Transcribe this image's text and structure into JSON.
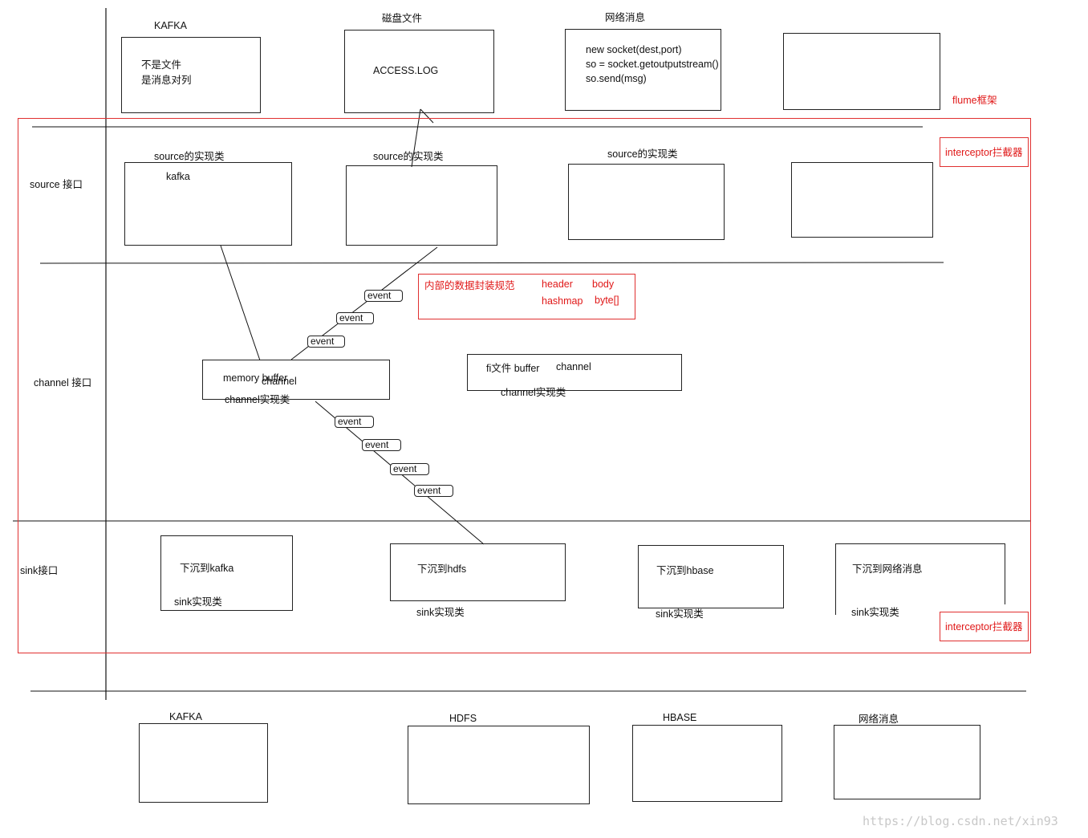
{
  "sources": {
    "kafka_label": "KAFKA",
    "kafka_line1": "不是文件",
    "kafka_line2": "是消息对列",
    "disk_label": "磁盘文件",
    "disk_text": "ACCESS.LOG",
    "network_label": "网络消息",
    "net_line1": "new socket(dest,port)",
    "net_line2": "so = socket.getoutputstream()",
    "net_line3": "so.send(msg)"
  },
  "framework": {
    "title": "flume框架",
    "interceptor_top": "interceptor拦截器",
    "interceptor_bottom": "interceptor拦截器"
  },
  "source_layer": {
    "label": "source 接口",
    "impl1_title": "source的实现类",
    "impl1_text": "kafka",
    "impl2_title": "source的实现类",
    "impl3_title": "source的实现类"
  },
  "event_spec": {
    "title": "内部的数据封装规范",
    "header": "header",
    "body": "body",
    "hashmap": "hashmap",
    "bytes": "byte[]"
  },
  "channel_layer": {
    "label": "channel 接口",
    "mem_text1": "memory buffer",
    "mem_text2": "channel",
    "mem_impl": "channel实现类",
    "file_text1": "fi文件 buffer",
    "file_text2": "channel",
    "file_impl": "channel实现类"
  },
  "events": [
    "event",
    "event",
    "event",
    "event",
    "event",
    "event",
    "event"
  ],
  "sink_layer": {
    "label": "sink接口",
    "sink1_text": "下沉到kafka",
    "sink1_impl": "sink实现类",
    "sink2_text": "下沉到hdfs",
    "sink2_impl": "sink实现类",
    "sink3_text": "下沉到hbase",
    "sink3_impl": "sink实现类",
    "sink4_text": "下沉到网络消息",
    "sink4_impl": "sink实现类"
  },
  "targets": {
    "kafka": "KAFKA",
    "hdfs": "HDFS",
    "hbase": "HBASE",
    "network": "网络消息"
  },
  "watermark": "https://blog.csdn.net/xin93",
  "colors": {
    "line": "#111111",
    "frame": "#e03030",
    "red_text": "#e01818"
  }
}
